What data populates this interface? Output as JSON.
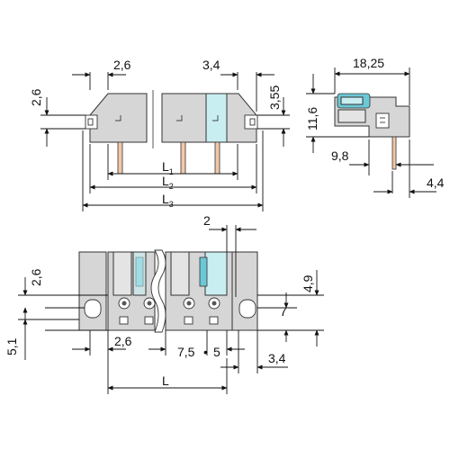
{
  "dimensions": {
    "top_view": {
      "pitch_left": "2,6",
      "pitch_right": "3,4",
      "height_left": "2,6",
      "height_right": "3,55",
      "L1": "L",
      "L1_sub": "1",
      "L2": "L",
      "L2_sub": "2",
      "L3": "L",
      "L3_sub": "3"
    },
    "side_view": {
      "width": "18,25",
      "height": "11,6",
      "depth": "9,8",
      "pin_offset": "4,4"
    },
    "front_view": {
      "top_offset": "2",
      "left_height": "2,6",
      "right_height": "4,9",
      "right_height2": "7",
      "bottom_left": "5,1",
      "pitch_bottom": "2,6",
      "pitch_pair_a": "7,5",
      "pitch_pair_sep": "•",
      "pitch_pair_b": "5",
      "right_offset": "3,4",
      "length": "L"
    }
  }
}
